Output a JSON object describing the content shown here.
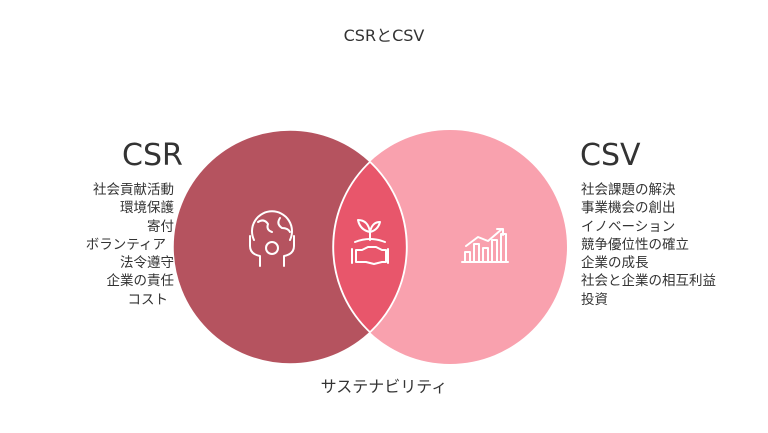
{
  "title": "CSRとCSV",
  "csr": {
    "heading": "CSR",
    "items": [
      "社会貢献活動",
      "環境保護",
      "寄付",
      "ボランティア",
      "法令遵守",
      "企業の責任",
      "コスト"
    ],
    "color": "#b5535f",
    "icon": "globe-hands-icon"
  },
  "csv": {
    "heading": "CSV",
    "items": [
      "社会課題の解決",
      "事業機会の創出",
      "イノベーション",
      "競争優位性の確立",
      "企業の成長",
      "社会と企業の相互利益",
      "投資"
    ],
    "color": "#f9a1ae",
    "icon": "growth-chart-icon"
  },
  "overlap": {
    "label": "サステナビリティ",
    "color": "#e8566b",
    "icon": "plant-handshake-icon"
  }
}
